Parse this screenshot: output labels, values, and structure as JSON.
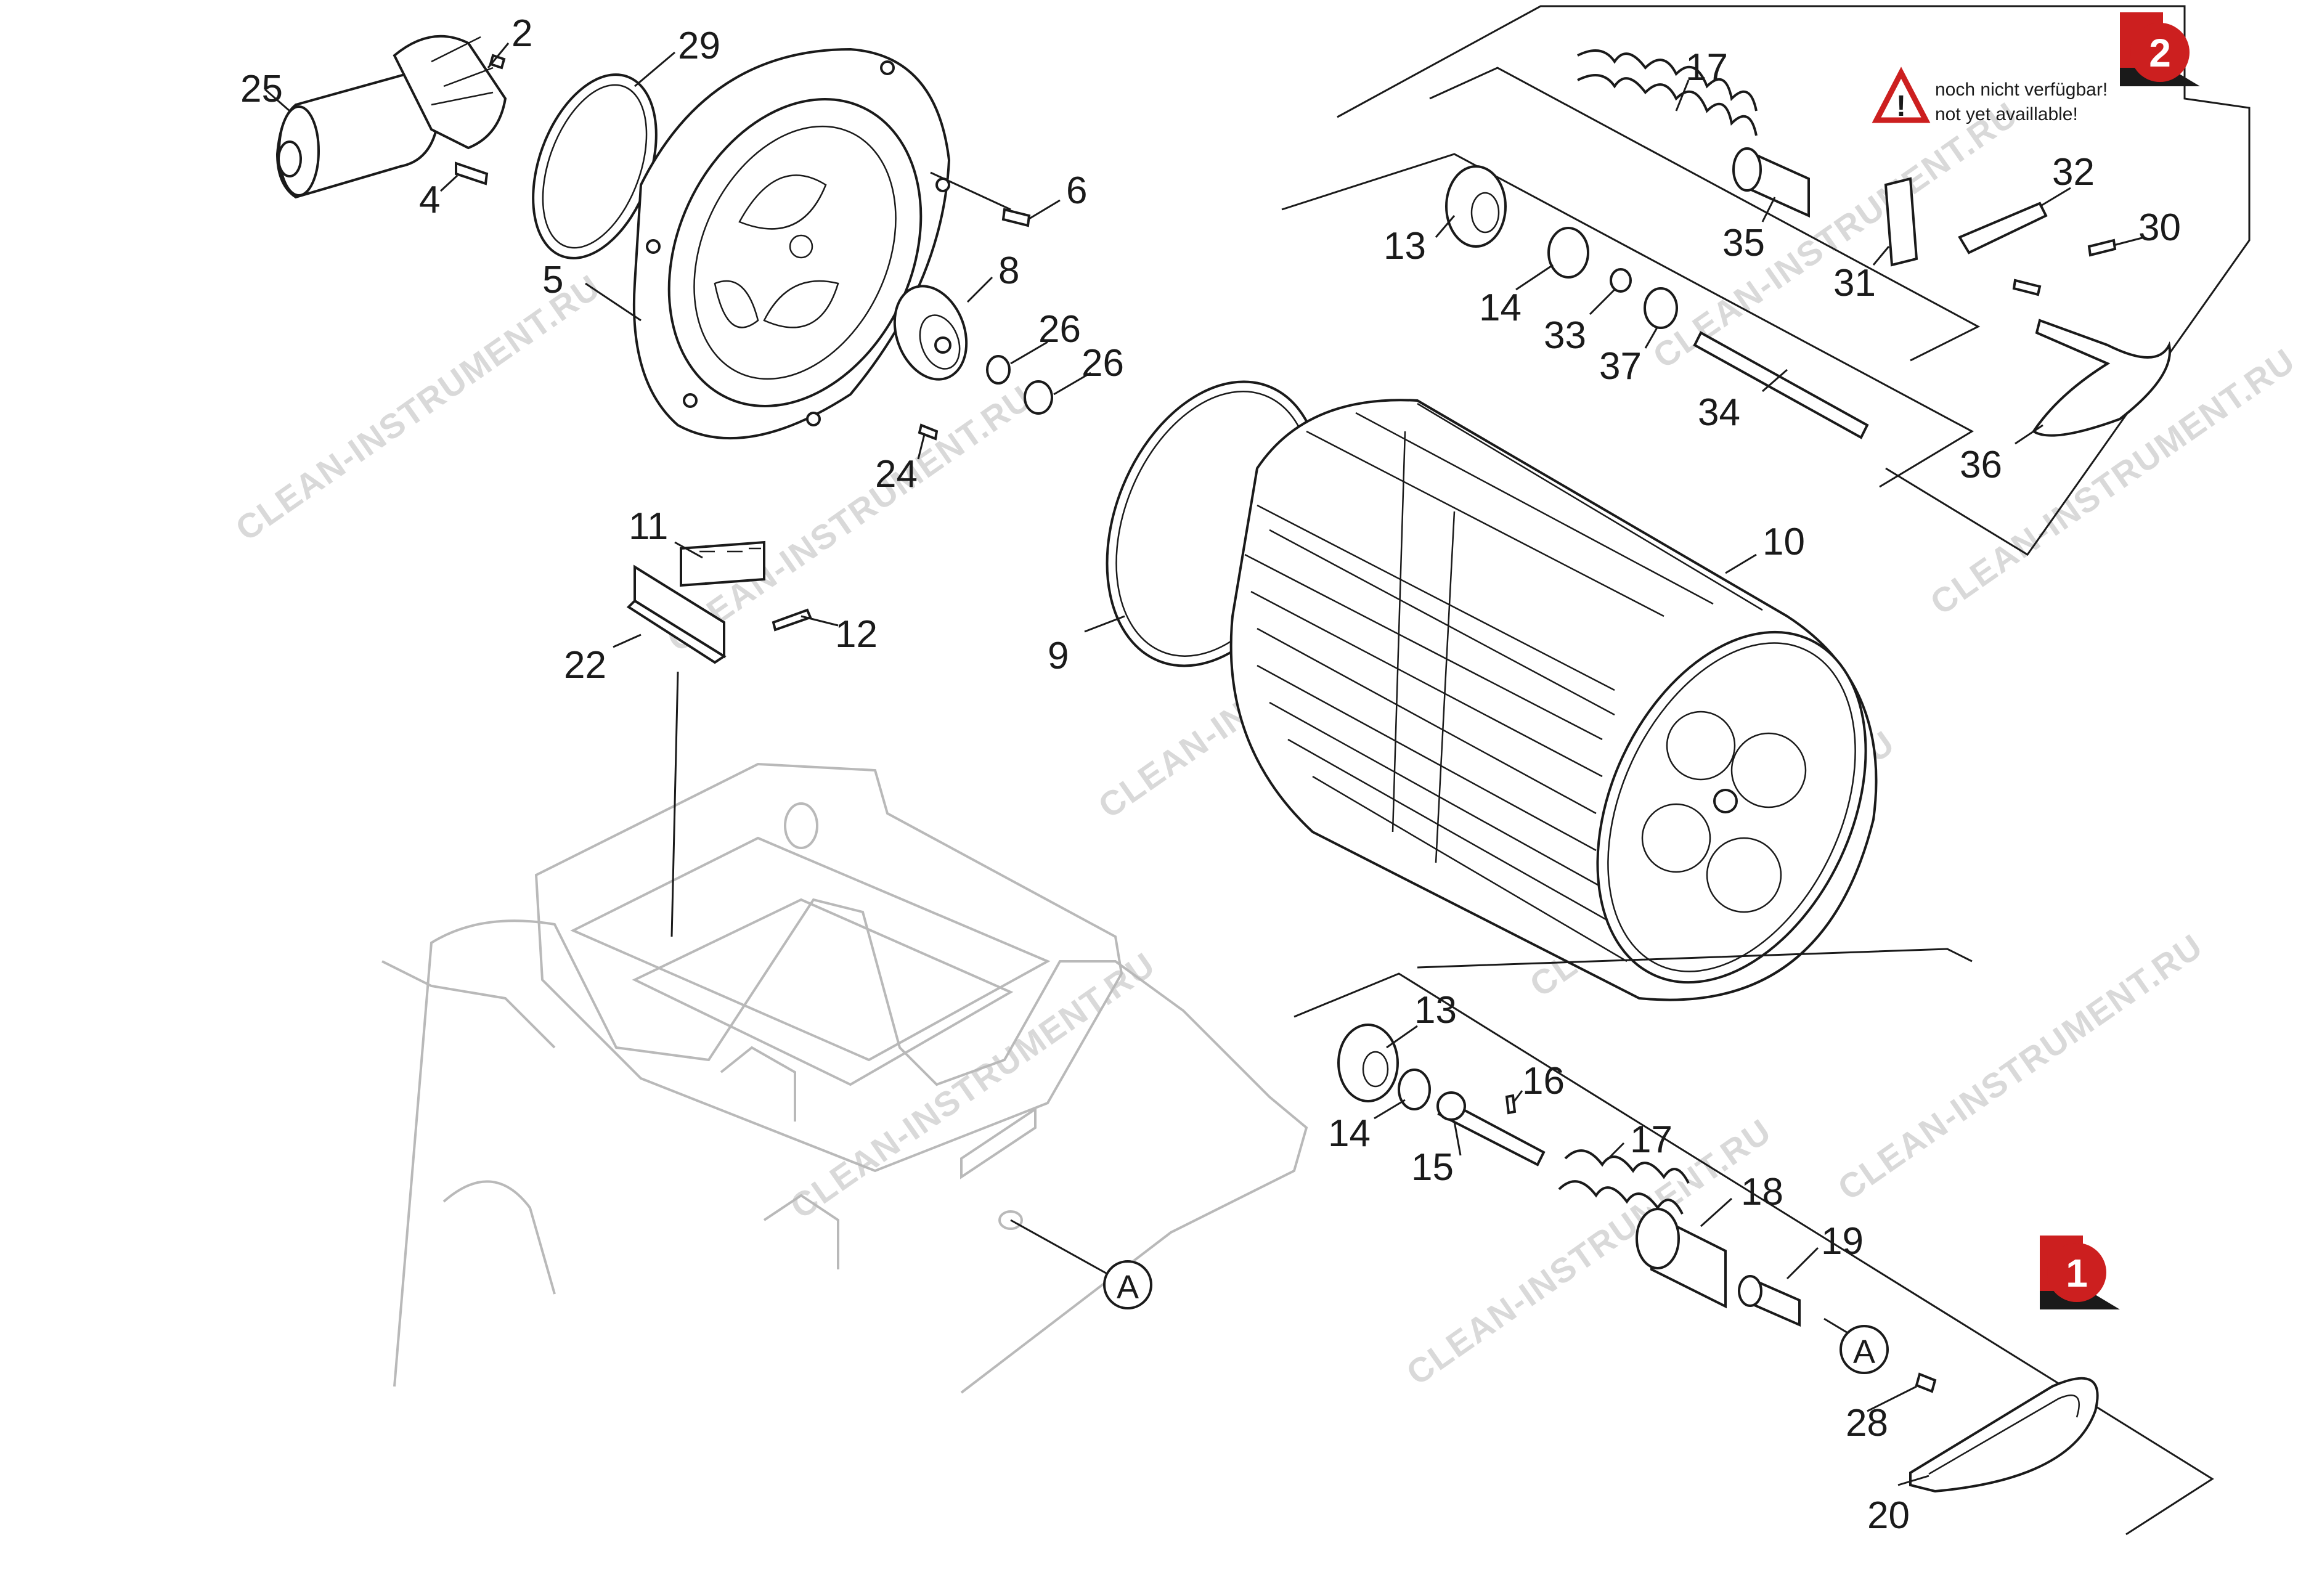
{
  "diagram": {
    "labels": [
      "2",
      "29",
      "25",
      "4",
      "6",
      "5",
      "8",
      "26",
      "26",
      "24",
      "11",
      "12",
      "22",
      "17",
      "13",
      "35",
      "31",
      "32",
      "30",
      "14",
      "33",
      "37",
      "34",
      "36",
      "10",
      "9",
      "13",
      "14",
      "16",
      "15",
      "17",
      "18",
      "19",
      "20",
      "28"
    ],
    "connector_marker": "A",
    "variant_badges": [
      "2",
      "1"
    ],
    "warning": {
      "line1": "noch nicht verfügbar!",
      "line2": "not yet availlable!"
    },
    "watermark": "CLEAN-INSTRUMENT.RU"
  }
}
